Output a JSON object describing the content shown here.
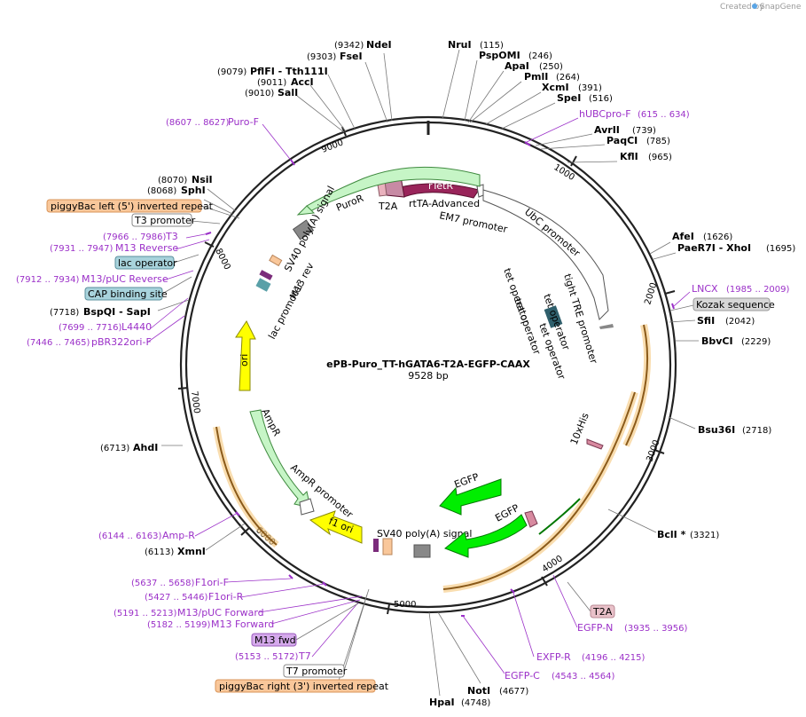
{
  "credit": {
    "created_by": "Created by",
    "brand": "SnapGene"
  },
  "plasmid": {
    "name": "ePB-Puro_TT-hGATA6-T2A-EGFP-CAAX",
    "size": "9528 bp",
    "length": 9528
  },
  "ticks": [
    "1000",
    "2000",
    "3000",
    "4000",
    "5000",
    "6000",
    "7000",
    "8000",
    "9000"
  ],
  "sites": [
    {
      "name": "NdeI",
      "coord": "(9342)"
    },
    {
      "name": "FseI",
      "coord": "(9303)"
    },
    {
      "name": "PflFI - Tth111I",
      "coord": "(9079)"
    },
    {
      "name": "AccI",
      "coord": "(9011)"
    },
    {
      "name": "SalI",
      "coord": "(9010)"
    },
    {
      "name": "NruI",
      "coord": "(115)"
    },
    {
      "name": "PspOMI",
      "coord": "(246)"
    },
    {
      "name": "ApaI",
      "coord": "(250)"
    },
    {
      "name": "PmlI",
      "coord": "(264)"
    },
    {
      "name": "XcmI",
      "coord": "(391)"
    },
    {
      "name": "SpeI",
      "coord": "(516)"
    },
    {
      "name": "AvrII",
      "coord": "(739)"
    },
    {
      "name": "PaqCI",
      "coord": "(785)"
    },
    {
      "name": "KflI",
      "coord": "(965)"
    },
    {
      "name": "AfeI",
      "coord": "(1626)"
    },
    {
      "name": "PaeR7I - XhoI",
      "coord": "(1695)"
    },
    {
      "name": "SfiI",
      "coord": "(2042)"
    },
    {
      "name": "BbvCI",
      "coord": "(2229)"
    },
    {
      "name": "Bsu36I",
      "coord": "(2718)"
    },
    {
      "name": "BclI *",
      "coord": "(3321)"
    },
    {
      "name": "NotI",
      "coord": "(4677)"
    },
    {
      "name": "HpaI",
      "coord": "(4748)"
    },
    {
      "name": "XmnI",
      "coord": "(6113)"
    },
    {
      "name": "AhdI",
      "coord": "(6713)"
    },
    {
      "name": "BspQI - SapI",
      "coord": "(7718)"
    },
    {
      "name": "SphI",
      "coord": "(8068)"
    },
    {
      "name": "NsiI",
      "coord": "(8070)"
    }
  ],
  "primers": [
    {
      "name": "Puro-F",
      "coord": "(8607 .. 8627)"
    },
    {
      "name": "hUBCpro-F",
      "coord": "(615 .. 634)"
    },
    {
      "name": "LNCX",
      "coord": "(1985 .. 2009)"
    },
    {
      "name": "T3",
      "coord": "(7966 .. 7986)"
    },
    {
      "name": "M13 Reverse",
      "coord": "(7931 .. 7947)"
    },
    {
      "name": "M13/pUC Reverse",
      "coord": "(7912 .. 7934)"
    },
    {
      "name": "L4440",
      "coord": "(7699 .. 7716)"
    },
    {
      "name": "pBR322ori-F",
      "coord": "(7446 .. 7465)"
    },
    {
      "name": "Amp-R",
      "coord": "(6144 .. 6163)"
    },
    {
      "name": "F1ori-F",
      "coord": "(5637 .. 5658)"
    },
    {
      "name": "F1ori-R",
      "coord": "(5427 .. 5446)"
    },
    {
      "name": "M13/pUC Forward",
      "coord": "(5191 .. 5213)"
    },
    {
      "name": "M13 Forward",
      "coord": "(5182 .. 5199)"
    },
    {
      "name": "T7",
      "coord": "(5153 .. 5172)"
    },
    {
      "name": "EGFP-N",
      "coord": "(3935 .. 3956)"
    },
    {
      "name": "EXFP-R",
      "coord": "(4196 .. 4215)"
    },
    {
      "name": "EGFP-C",
      "coord": "(4543 .. 4564)"
    }
  ],
  "boxes": [
    {
      "label": "piggyBac left (5') inverted repeat",
      "fill": "#f9c79a",
      "stroke": "#d9955a"
    },
    {
      "label": "T3 promoter",
      "fill": "#ffffff",
      "stroke": "#888888"
    },
    {
      "label": "lac operator",
      "fill": "#a8d3dc",
      "stroke": "#5a8f9c"
    },
    {
      "label": "CAP binding site",
      "fill": "#a8d3dc",
      "stroke": "#5a8f9c"
    },
    {
      "label": "Kozak sequence",
      "fill": "#d7d7d7",
      "stroke": "#999999"
    },
    {
      "label": "T2A",
      "fill": "#e9c1c9",
      "stroke": "#b98a94"
    },
    {
      "label": "M13 fwd",
      "fill": "#d5a9ec",
      "stroke": "#9b5dbd"
    },
    {
      "label": "T7 promoter",
      "fill": "#ffffff",
      "stroke": "#888888"
    },
    {
      "label": "piggyBac right (3') inverted repeat",
      "fill": "#f9c79a",
      "stroke": "#d9955a"
    }
  ],
  "features": {
    "rtetr": "rTetR",
    "t2a": "T2A",
    "rtta": "rtTA-Advanced",
    "em7": "EM7 promoter",
    "ubc": "UbC promoter",
    "tight_tre": "tight TRE promoter",
    "tet_op1": "tet operator",
    "tet_op2": "tet operator",
    "tet_op3": "tet operator",
    "tet_op4": "tet operator",
    "puror": "PuroR",
    "sv40pa_top": "SV40 poly(A) signal",
    "m13rev": "M13 rev",
    "lacpro": "lac promoter",
    "ori": "ori",
    "ampr": "AmpR",
    "ampr_pro": "AmpR promoter",
    "f1ori": "f1 ori",
    "sv40pa_bot": "SV40 poly(A) signal",
    "egfp1": "EGFP",
    "egfp2": "EGFP",
    "his": "10xHis"
  },
  "colors": {
    "backbone": "#222222",
    "primer": "#9b30c8",
    "rtetr": "#99245a",
    "egfp": "#00ee00",
    "ori": "#ffff00",
    "puror": "#c6f5c6",
    "ampr": "#c6f5c6",
    "piggybac": "#f5a54a"
  }
}
